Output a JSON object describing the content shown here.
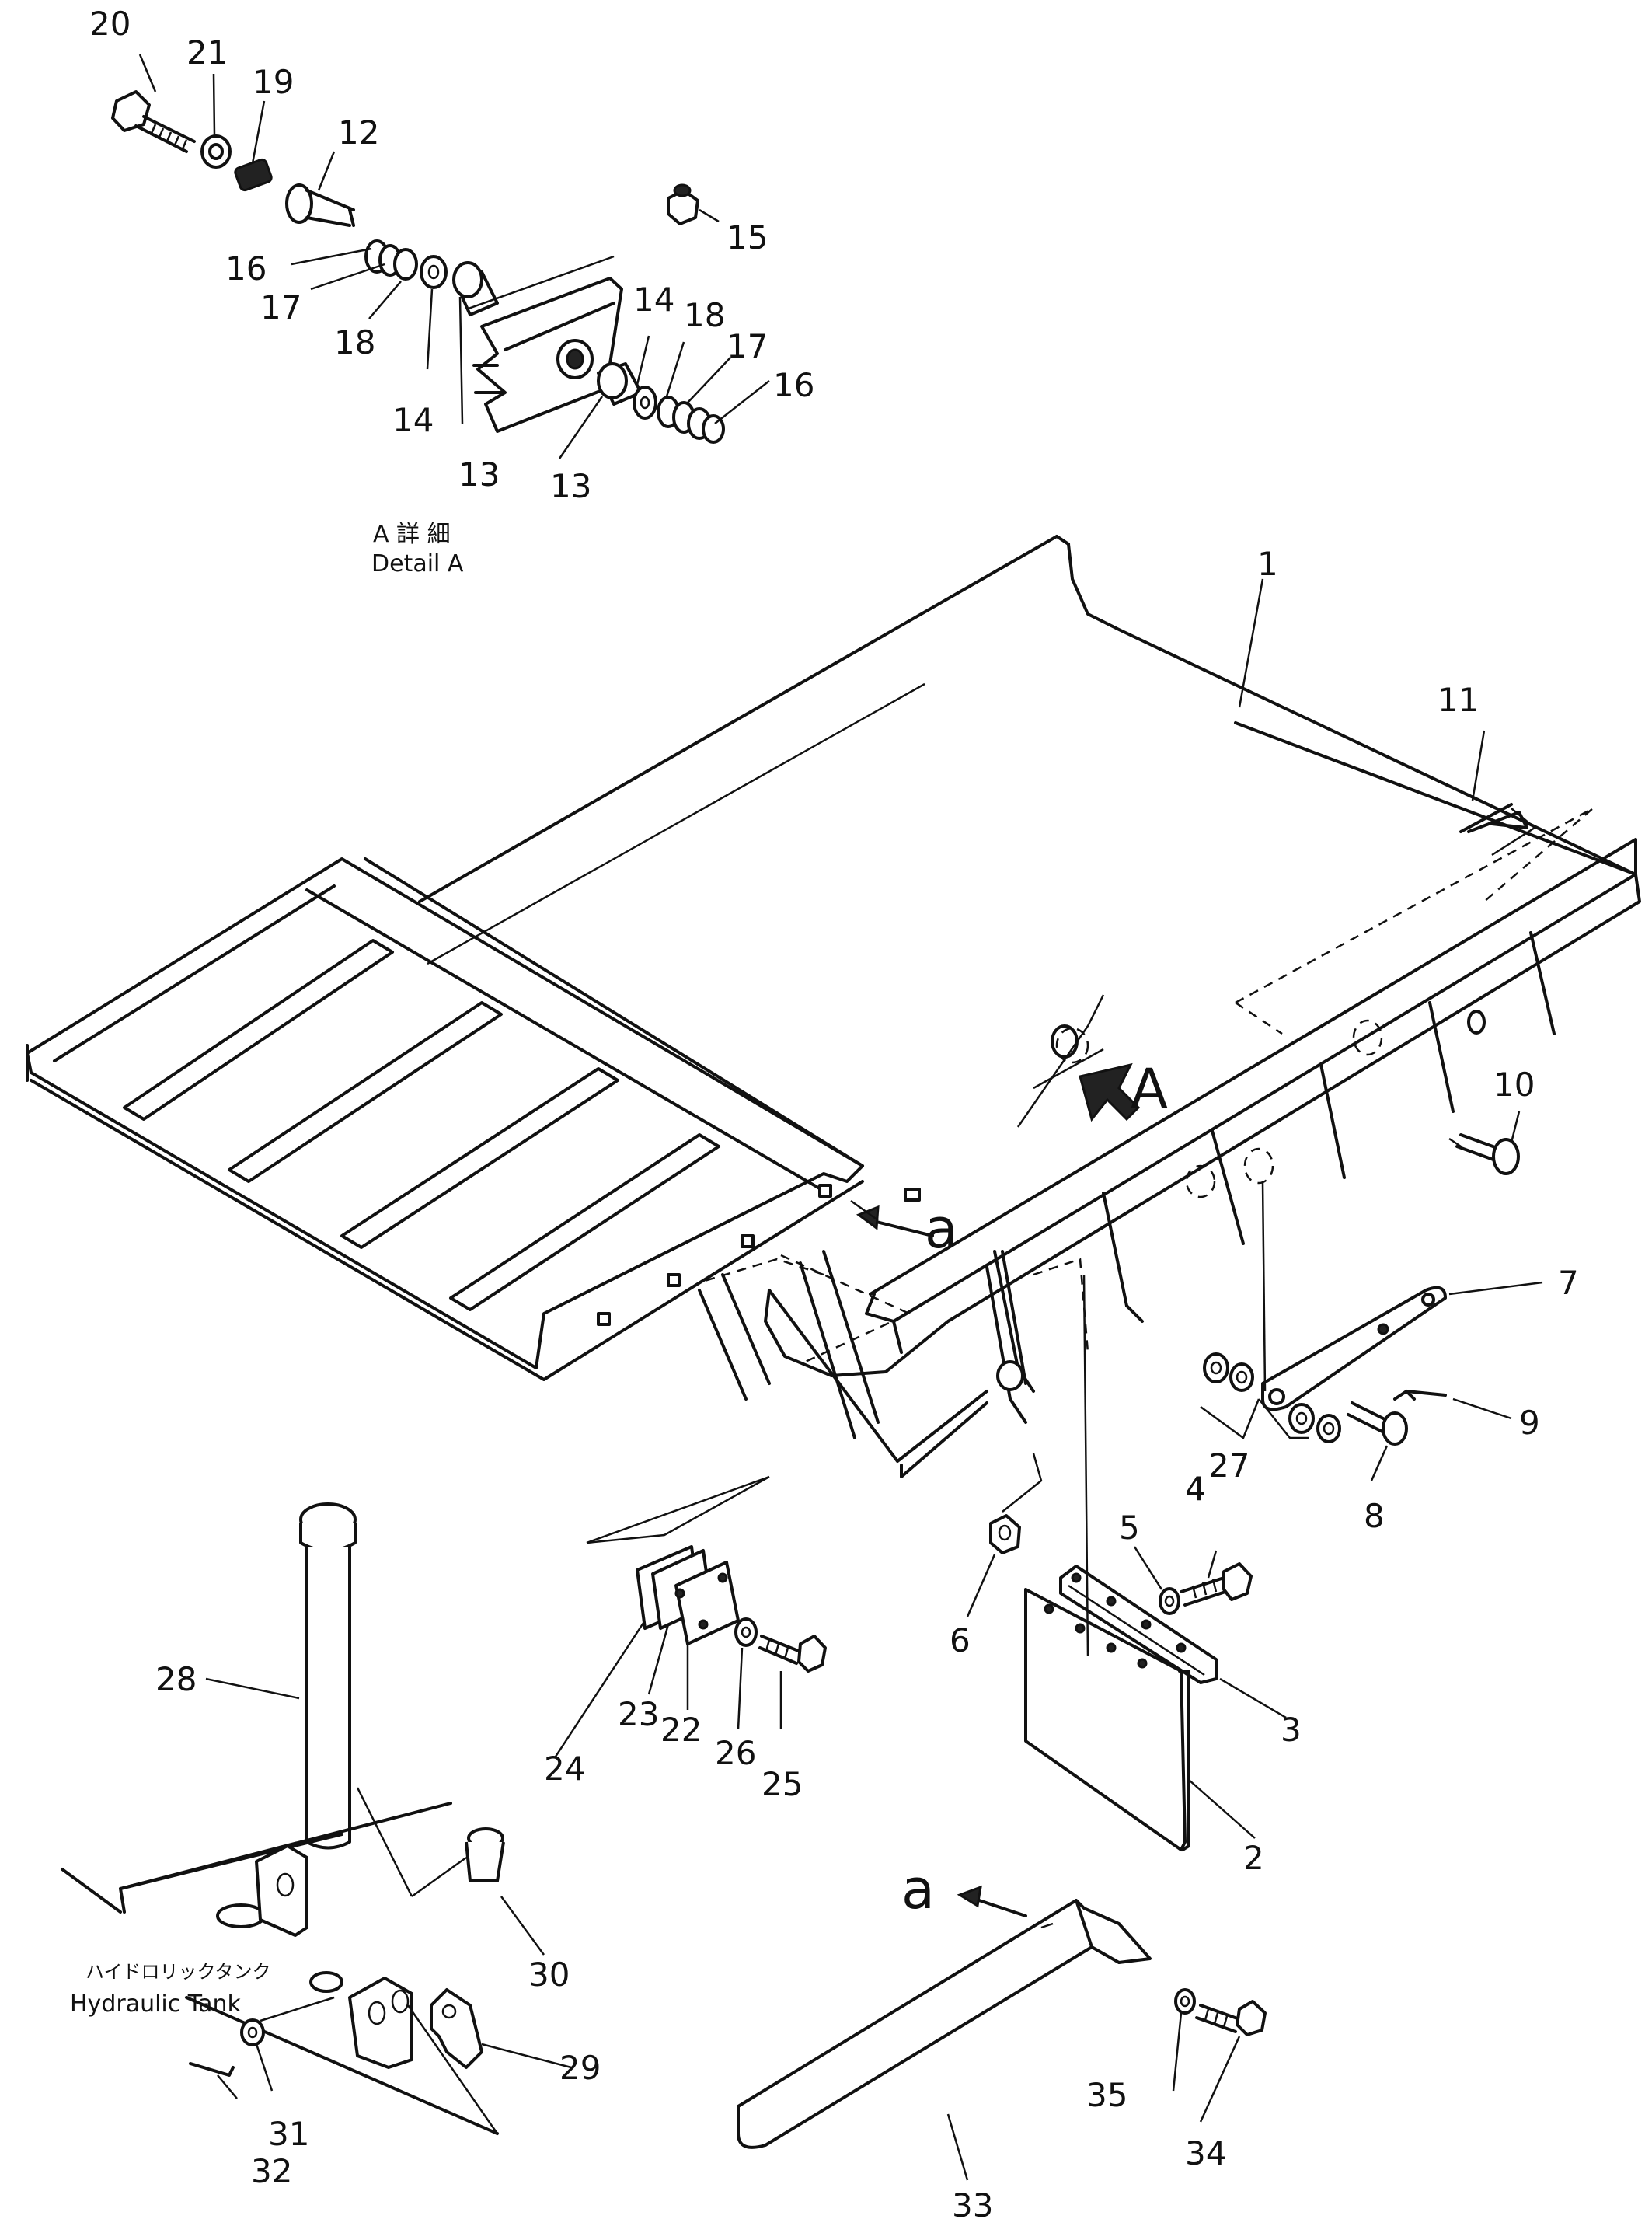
{
  "detail": {
    "caption_jp": "A 詳 細",
    "caption_en": "Detail A"
  },
  "view_letters": {
    "big_A": "A",
    "a_upper": "a",
    "a_lower": "a"
  },
  "hydraulic_tank": {
    "label_jp": "ハイドロリックタンク",
    "label_en": "Hydraulic Tank"
  },
  "part_numbers": {
    "p1": "1",
    "p2": "2",
    "p3": "3",
    "p4": "4",
    "p5": "5",
    "p6": "6",
    "p7": "7",
    "p8": "8",
    "p9": "9",
    "p10": "10",
    "p11": "11",
    "p12": "12",
    "p13a": "13",
    "p13b": "13",
    "p14a": "14",
    "p14b": "14",
    "p15": "15",
    "p16a": "16",
    "p16b": "16",
    "p17a": "17",
    "p17b": "17",
    "p18a": "18",
    "p18b": "18",
    "p19": "19",
    "p20": "20",
    "p21": "21",
    "p22": "22",
    "p23": "23",
    "p24": "24",
    "p25": "25",
    "p26": "26",
    "p27": "27",
    "p28": "28",
    "p29": "29",
    "p30": "30",
    "p31": "31",
    "p32": "32",
    "p33": "33",
    "p34": "34",
    "p35": "35"
  }
}
